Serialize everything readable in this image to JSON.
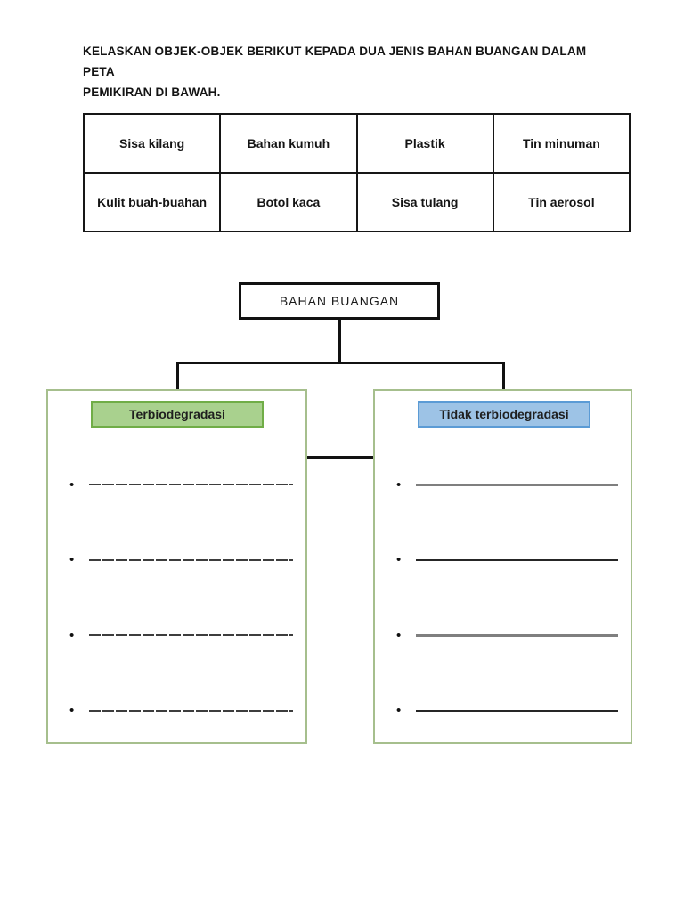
{
  "instruction": {
    "line1": "KELASKAN OBJEK-OBJEK BERIKUT KEPADA DUA JENIS BAHAN BUANGAN DALAM PETA",
    "line2": "PEMIKIRAN DI BAWAH."
  },
  "objects_table": {
    "rows": [
      [
        "Sisa kilang",
        "Bahan kumuh",
        "Plastik",
        "Tin minuman"
      ],
      [
        "Kulit buah-buahan",
        "Botol kaca",
        "Sisa tulang",
        "Tin aerosol"
      ]
    ]
  },
  "mind_map": {
    "root_label": "BAHAN BUANGAN",
    "branches": [
      {
        "label": "Terbiodegradasi",
        "blank_lines": 4,
        "header_bg": "#a9d18e",
        "header_border": "#70ad47"
      },
      {
        "label": "Tidak terbiodegradasi",
        "blank_lines": 4,
        "header_bg": "#9dc3e6",
        "header_border": "#5b9bd5"
      }
    ],
    "box_border_color": "#a6bf8d",
    "connector_color": "#111111"
  }
}
